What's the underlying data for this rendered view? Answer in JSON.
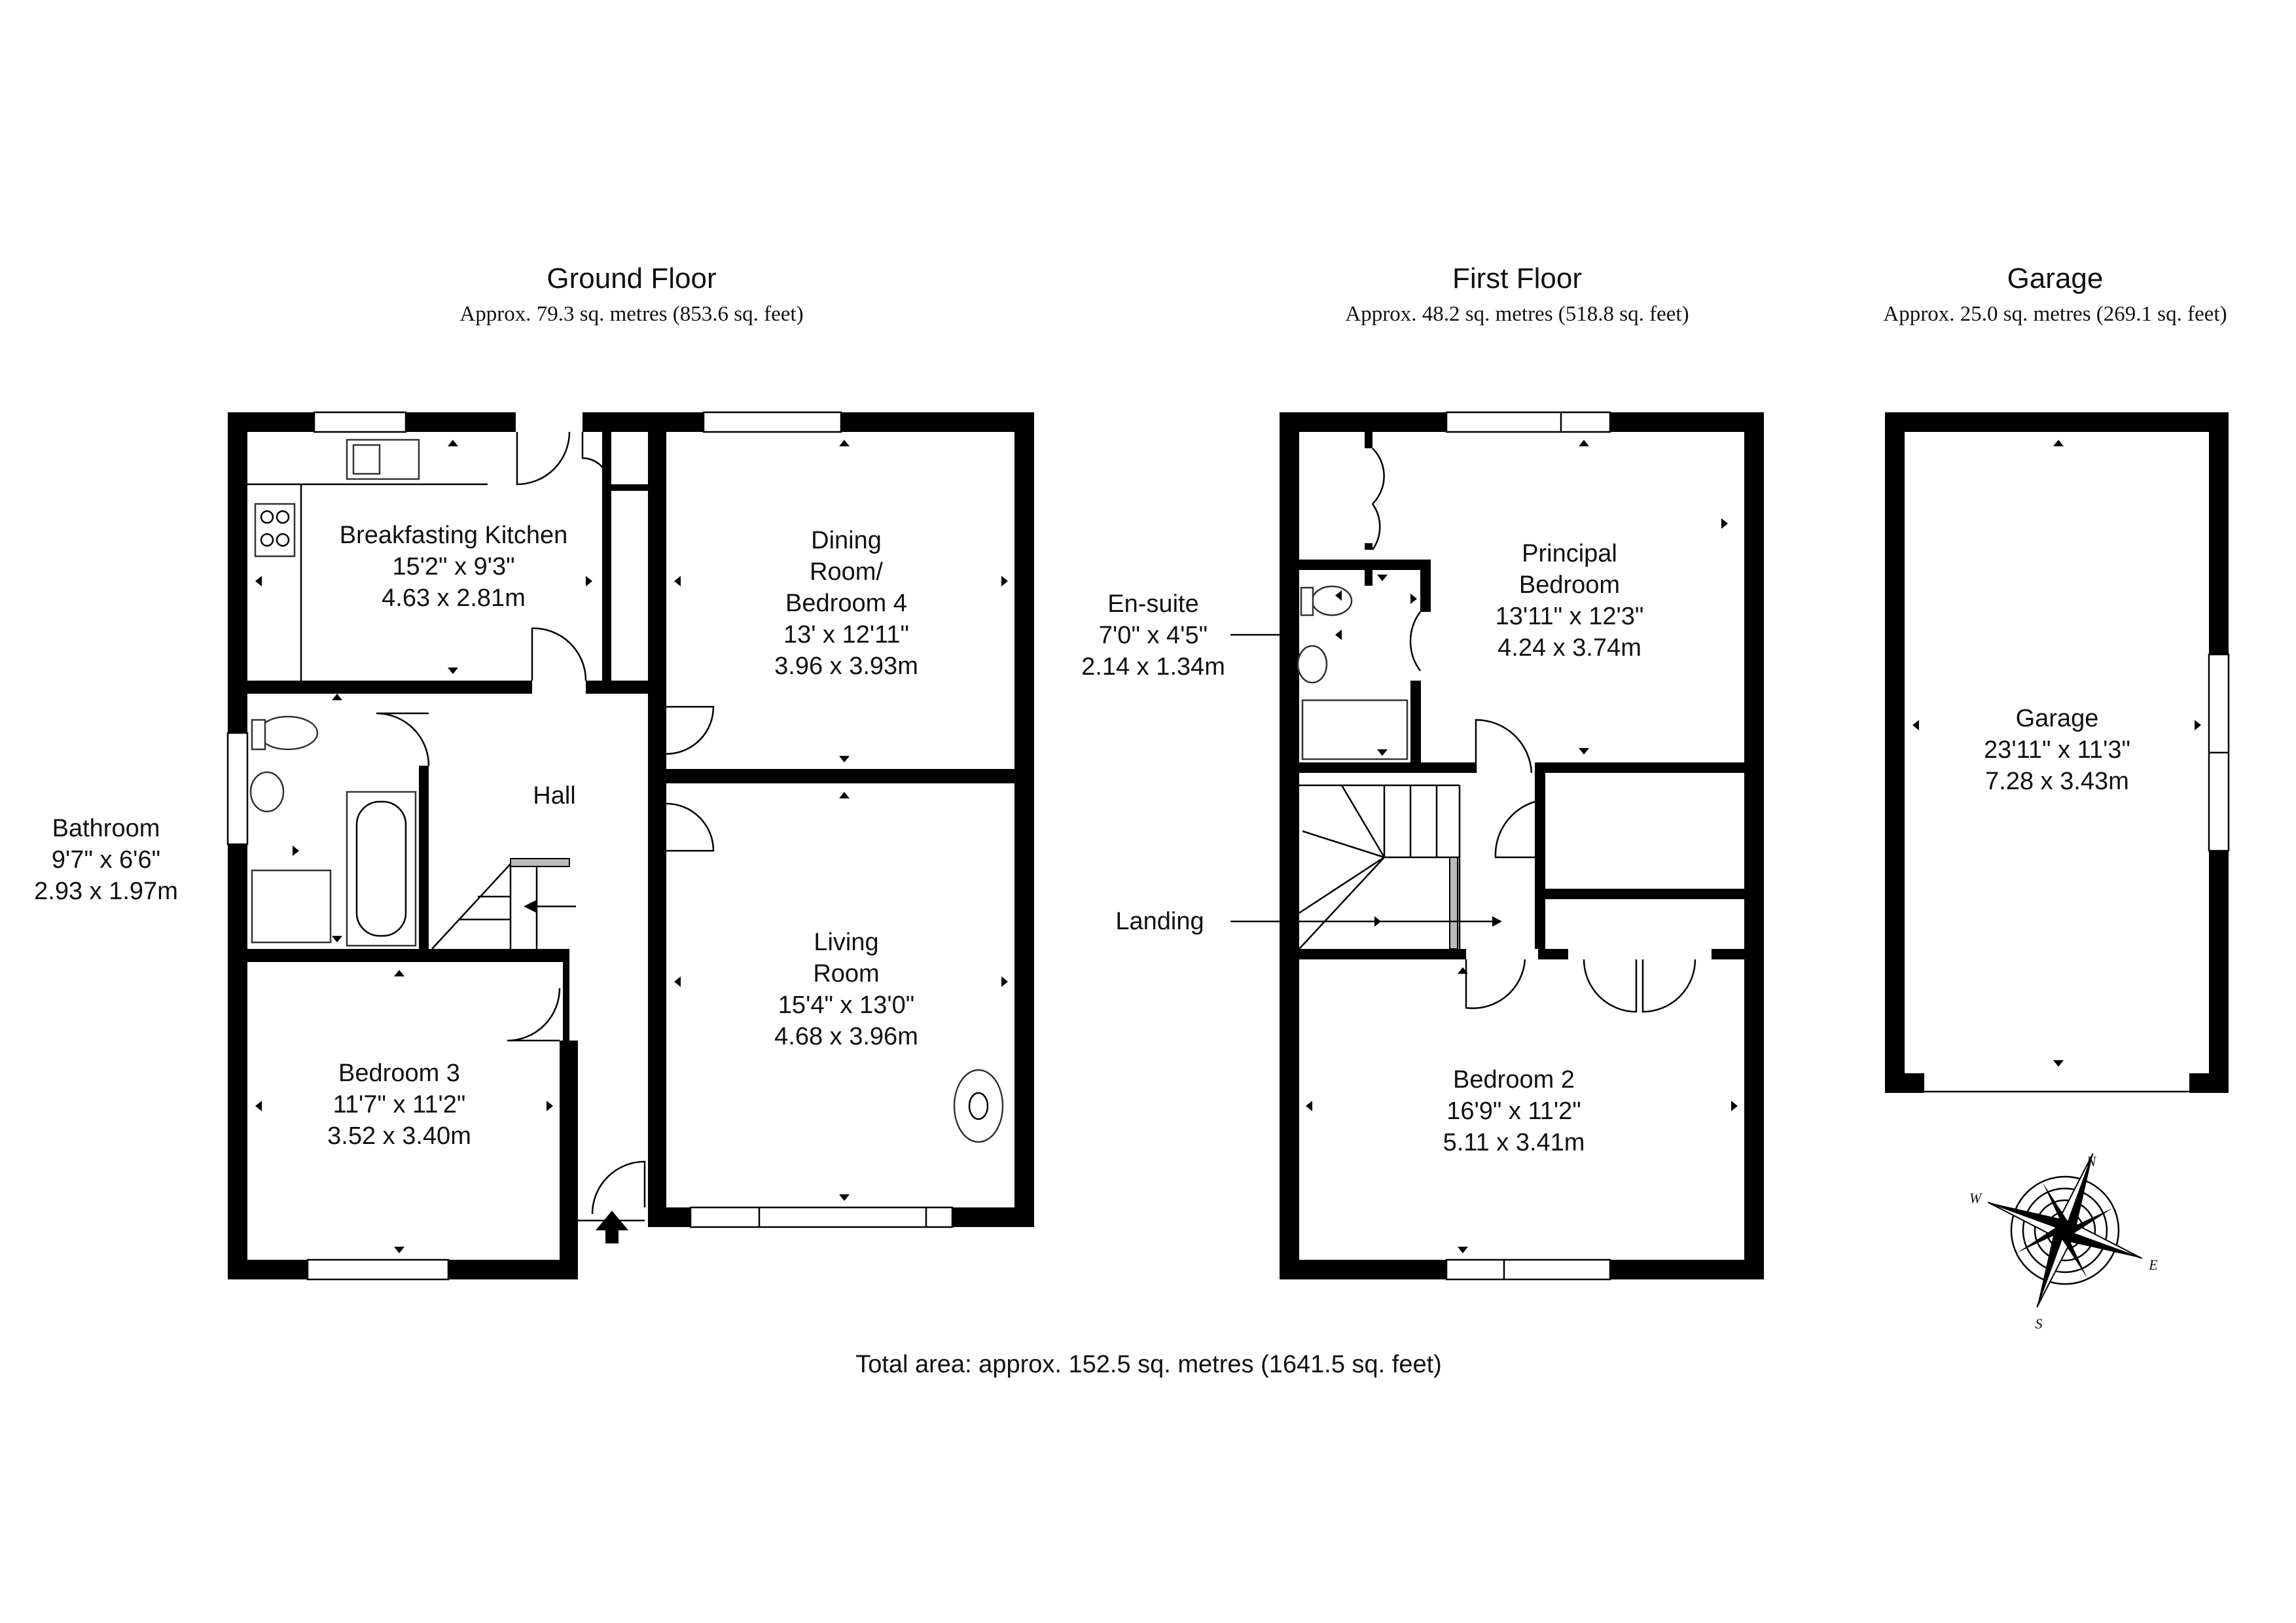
{
  "floors": {
    "ground": {
      "title": "Ground Floor",
      "area": "Approx. 79.3 sq. metres (853.6 sq. feet)"
    },
    "first": {
      "title": "First Floor",
      "area": "Approx. 48.2 sq. metres (518.8 sq. feet)"
    },
    "garage": {
      "title": "Garage",
      "area": "Approx. 25.0 sq. metres (269.1 sq. feet)"
    }
  },
  "rooms": {
    "kitchen": {
      "name": "Breakfasting Kitchen",
      "imperial": "15'2\" x 9'3\"",
      "metric": "4.63 x 2.81m"
    },
    "dining": {
      "name1": "Dining",
      "name2": "Room/",
      "name3": "Bedroom 4",
      "imperial": "13' x 12'11\"",
      "metric": "3.96 x 3.93m"
    },
    "hall": {
      "name": "Hall"
    },
    "bathroom": {
      "name": "Bathroom",
      "imperial": "9'7\" x 6'6\"",
      "metric": "2.93 x 1.97m"
    },
    "living": {
      "name1": "Living",
      "name2": "Room",
      "imperial": "15'4\" x 13'0\"",
      "metric": "4.68 x 3.96m"
    },
    "bedroom3": {
      "name": "Bedroom 3",
      "imperial": "11'7\" x 11'2\"",
      "metric": "3.52 x 3.40m"
    },
    "ensuite": {
      "name": "En-suite",
      "imperial": "7'0\" x 4'5\"",
      "metric": "2.14 x 1.34m"
    },
    "principal": {
      "name1": "Principal",
      "name2": "Bedroom",
      "imperial": "13'11\" x 12'3\"",
      "metric": "4.24 x 3.74m"
    },
    "landing": {
      "name": "Landing"
    },
    "bedroom2": {
      "name": "Bedroom 2",
      "imperial": "16'9\" x 11'2\"",
      "metric": "5.11 x 3.41m"
    },
    "garage": {
      "name": "Garage",
      "imperial": "23'11\" x 11'3\"",
      "metric": "7.28 x 3.43m"
    }
  },
  "total_area": "Total area: approx. 152.5 sq. metres (1641.5 sq. feet)",
  "compass": {
    "n": "N",
    "s": "S",
    "e": "E",
    "w": "W"
  }
}
